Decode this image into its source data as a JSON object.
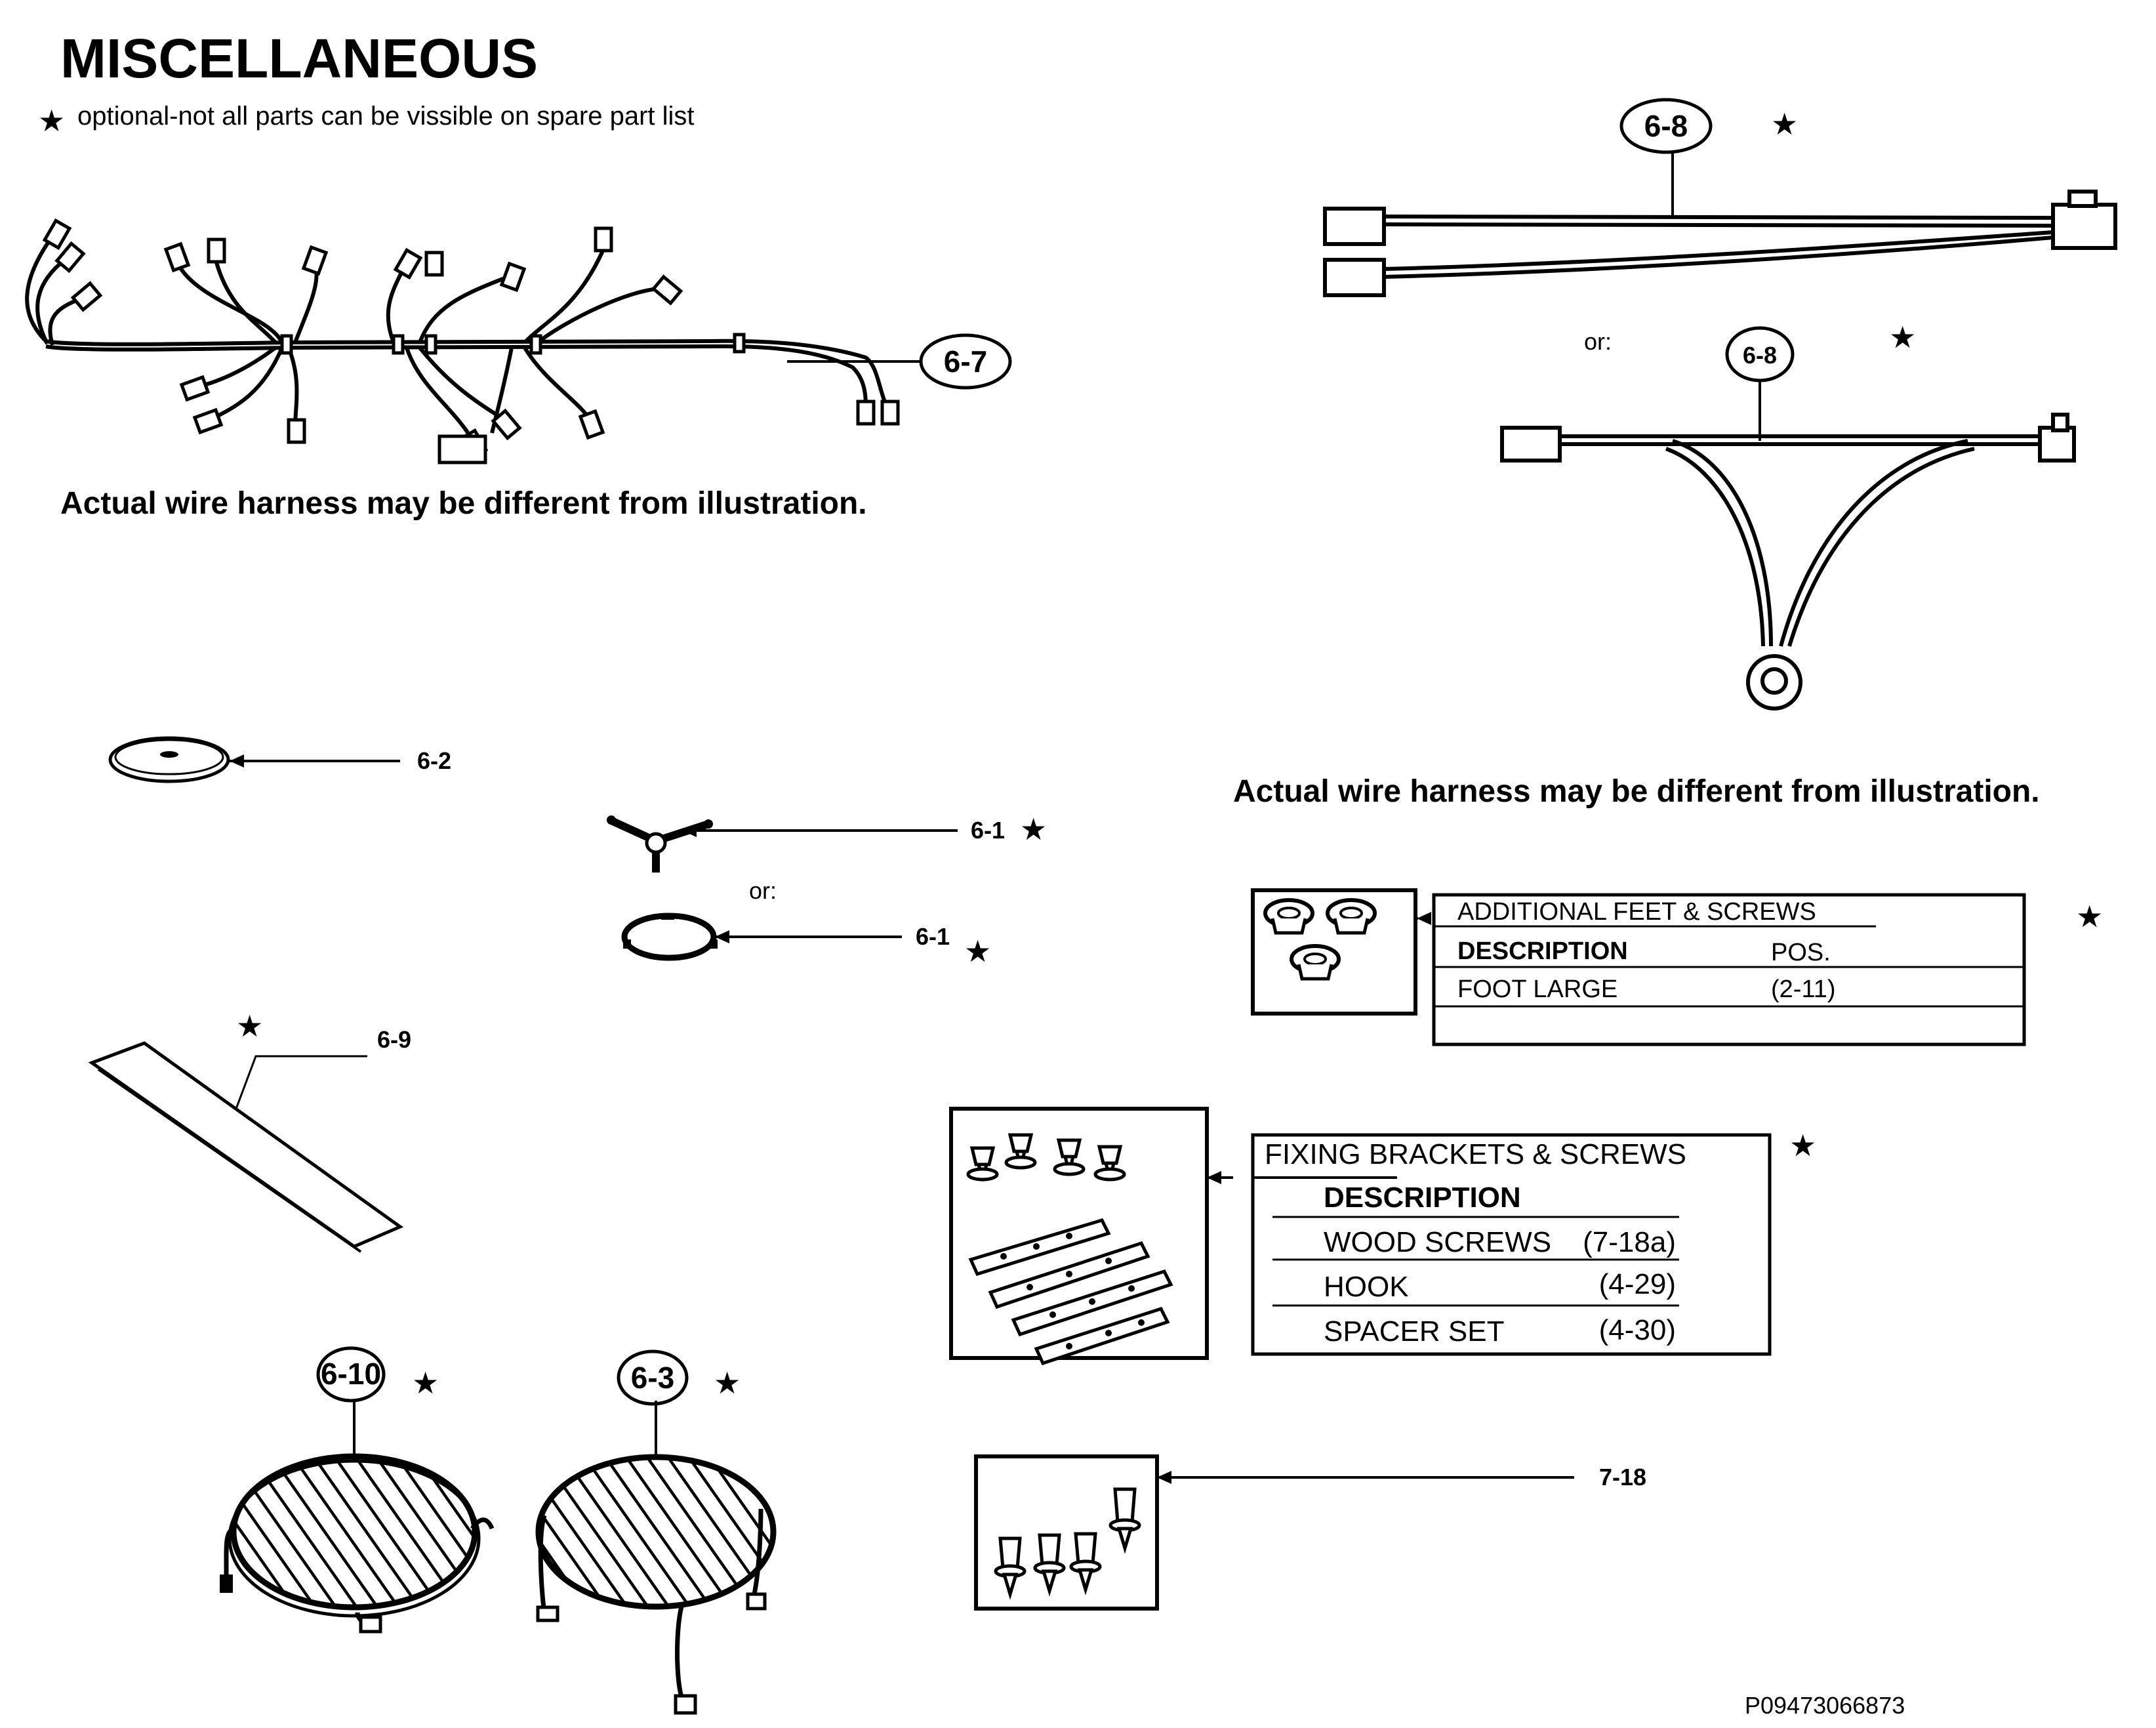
{
  "title": "MISCELLANEOUS",
  "star_symbol": "★",
  "optional_note": "optional-not all parts can be vissible on spare part list",
  "harness_caption": "Actual wire harness may be different from illustration.",
  "harness_caption_right": "Actual wire harness may be different from illustration.",
  "or_label": "or:",
  "callouts": {
    "p6_7": "6-7",
    "p6_8": "6-8",
    "p6_2": "6-2",
    "p6_1": "6-1",
    "p6_9": "6-9",
    "p6_10": "6-10",
    "p6_3": "6-3",
    "p7_18": "7-18"
  },
  "feet_table": {
    "title": "ADDITIONAL FEET & SCREWS",
    "col_description": "DESCRIPTION",
    "col_pos": "POS.",
    "rows": [
      {
        "description": "FOOT LARGE",
        "pos": "(2-11)"
      }
    ]
  },
  "brackets_table": {
    "title": "FIXING BRACKETS & SCREWS",
    "col_description": "DESCRIPTION",
    "rows": [
      {
        "description": "WOOD SCREWS",
        "pos": "(7-18a)"
      },
      {
        "description": "HOOK",
        "pos": "(4-29)"
      },
      {
        "description": "SPACER SET",
        "pos": "(4-30)"
      }
    ]
  },
  "doc_code": "P09473066873",
  "colors": {
    "ink": "#000000",
    "paper": "#ffffff"
  }
}
